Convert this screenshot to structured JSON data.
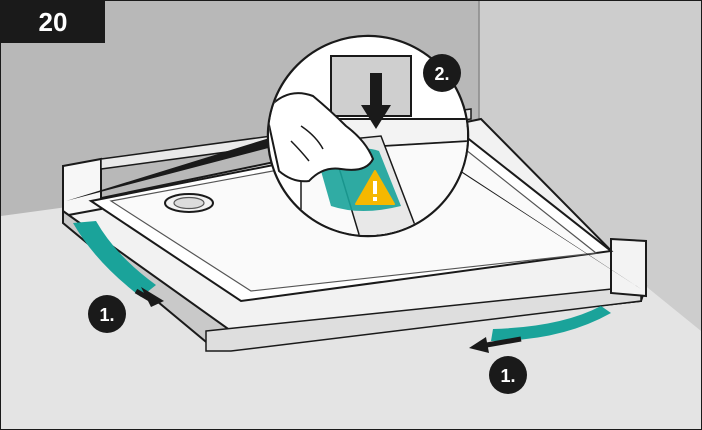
{
  "step_number": "20",
  "callouts": {
    "left_pull": "1.",
    "bottom_pull": "1.",
    "press": "2."
  },
  "colors": {
    "teal": "#1aa39a",
    "warning": "#f5b800",
    "ink": "#1a1a1a"
  },
  "icons": [
    "warning-icon",
    "down-arrow-icon",
    "pull-arrow-icon",
    "hand-icon"
  ]
}
